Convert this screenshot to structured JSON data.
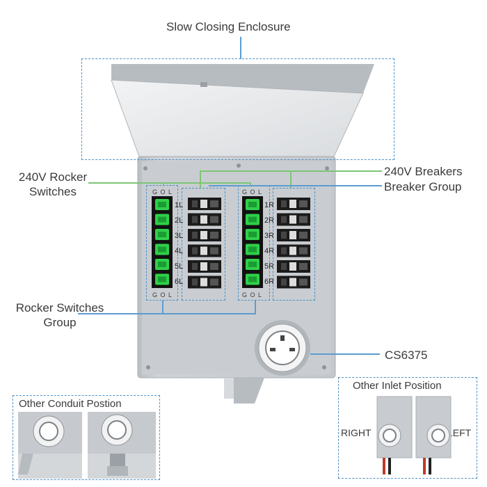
{
  "annotations": {
    "enclosure": "Slow Closing Enclosure",
    "rocker_240v": "240V Rocker\nSwitches",
    "breakers_240v": "240V Breakers",
    "breaker_group": "Breaker Group",
    "rocker_group": "Rocker Switches\nGroup",
    "inlet_model": "CS6375"
  },
  "panel": {
    "rocker_header": "G O L",
    "left_circuits": [
      "1L",
      "2L",
      "3L",
      "4L",
      "5L",
      "6L"
    ],
    "right_circuits": [
      "1R",
      "2R",
      "3R",
      "4R",
      "5R",
      "6R"
    ]
  },
  "insets": {
    "conduit_title": "Other Conduit Postion",
    "inlet_title": "Other Inlet Position",
    "right_label": "RIGHT",
    "left_label": "LEFT"
  },
  "colors": {
    "accent_blue": "#4a90c8",
    "rocker_green": "#2fd04a",
    "label_green": "#7cc576",
    "panel_gray": "#c9cdd1"
  }
}
